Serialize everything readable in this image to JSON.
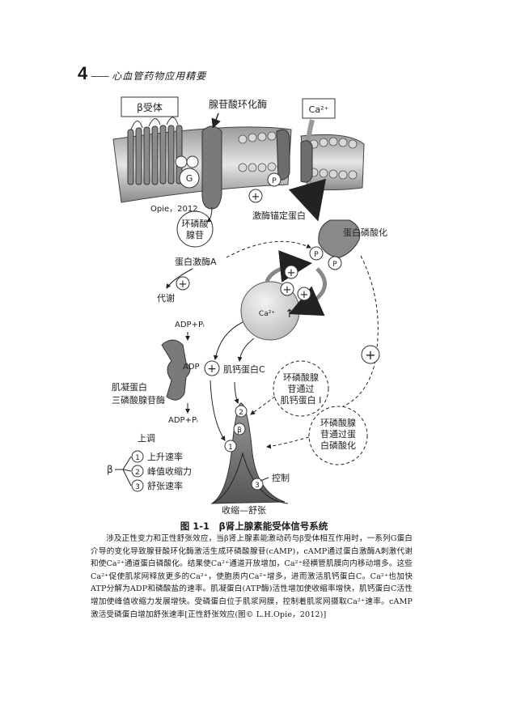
{
  "header": {
    "page_number": "4",
    "separator": "——",
    "book_title": "心血管药物应用精要"
  },
  "diagram": {
    "beta_receptor": "β受体",
    "adenylate_cyclase": "腺苷酸环化酶",
    "ca_ext": "Ca²⁺",
    "g_protein": "G",
    "p": "P",
    "ca_channel_label": "Ca²⁺",
    "opie": "Opie，2012",
    "camp_line1": "环磷酸",
    "camp_line2": "腺苷",
    "anchor_protein": "激酶锚定蛋白",
    "phospholamban": "蛋白磷酸化",
    "pka": "蛋白激酶A",
    "metabolism": "代谢",
    "ca_int": "Ca²⁺",
    "adp_pi_top": "ADP+Pᵢ",
    "adp": "ADP",
    "atpase_line1": "肌凝蛋白",
    "atpase_line2": "三磷酸腺苷酶",
    "adp_pi_bottom": "ADP+Pᵢ",
    "troponin_c": "肌钙蛋白C",
    "circle1_line1": "环磷酸腺",
    "circle1_line2": "苷通过",
    "circle1_line3": "肌钙蛋白 I",
    "circle2_line1": "环磷酸腺",
    "circle2_line2": "苷通过蛋",
    "circle2_line3": "白磷酸化",
    "up_label": "上调",
    "beta": "β",
    "item1_num": "1",
    "item1": "上升速率",
    "item2_num": "2",
    "item2": "峰值收缩力",
    "item3_num": "3",
    "item3": "舒张速率",
    "control": "控制",
    "contraction_relax": "收缩—舒张",
    "peak1": "1",
    "peak2": "2",
    "peak3": "3",
    "peak_beta": "β",
    "plus": "+"
  },
  "caption": {
    "title": "图 1-1　β肾上腺素能受体信号系统",
    "body": "涉及正性变力和正性舒张效应，当β肾上腺素能激动药与β受体相互作用时，一系列G蛋白介导的变化导致腺苷酸环化酶激活生成环磷酸腺苷(cAMP)，cAMP通过蛋白激酶A刺激代谢和使Ca²⁺通道蛋白磷酸化。结果使Ca²⁺通道开放增加，Ca²⁺经横管肌膜向内移动增多。这些Ca²⁺促使肌浆网释放更多的Ca²⁺，使胞质内Ca²⁺增多，进而激活肌钙蛋白C。Ca²⁺也加快ATP分解为ADP和磷酸盐的速率。肌凝蛋白(ATP酶)活性增加使收缩率增快，肌钙蛋白C活性增加使峰值收缩力发展增快。受磷蛋白位于肌浆网膜，控制着肌浆网摄取Ca²⁺速率。cAMP激活受磷蛋白增加舒张速率[正性舒张效应(图© L.H.Opie，2012)]"
  }
}
